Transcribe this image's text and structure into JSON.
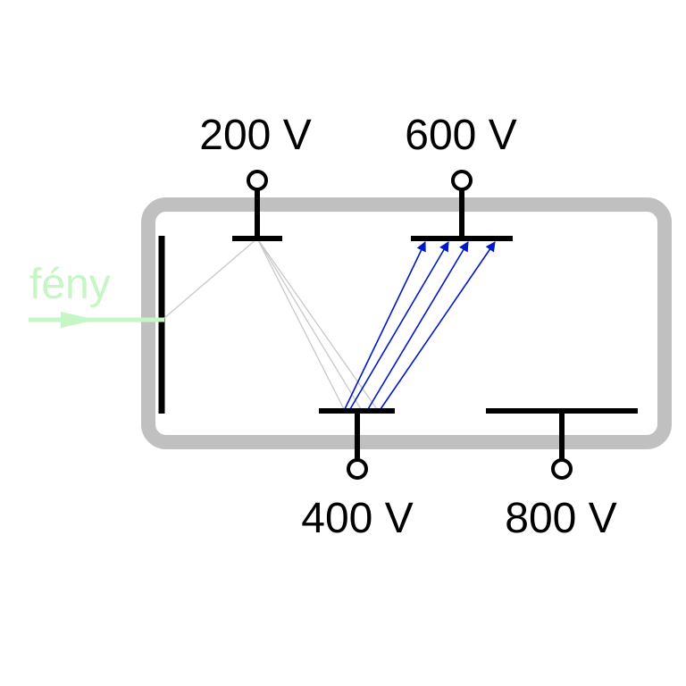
{
  "light": {
    "label": "fény",
    "color": "#c6f5c6"
  },
  "electrodes": [
    {
      "id": "dynode-1",
      "voltage": "200 V"
    },
    {
      "id": "dynode-2",
      "voltage": "400 V"
    },
    {
      "id": "dynode-3",
      "voltage": "600 V"
    },
    {
      "id": "anode",
      "voltage": "800 V"
    }
  ],
  "colors": {
    "tube": "#c0c0c0",
    "electrode": "#000000",
    "primary_electrons": "#c8c8c8",
    "secondary_electrons": "#0018c8"
  }
}
